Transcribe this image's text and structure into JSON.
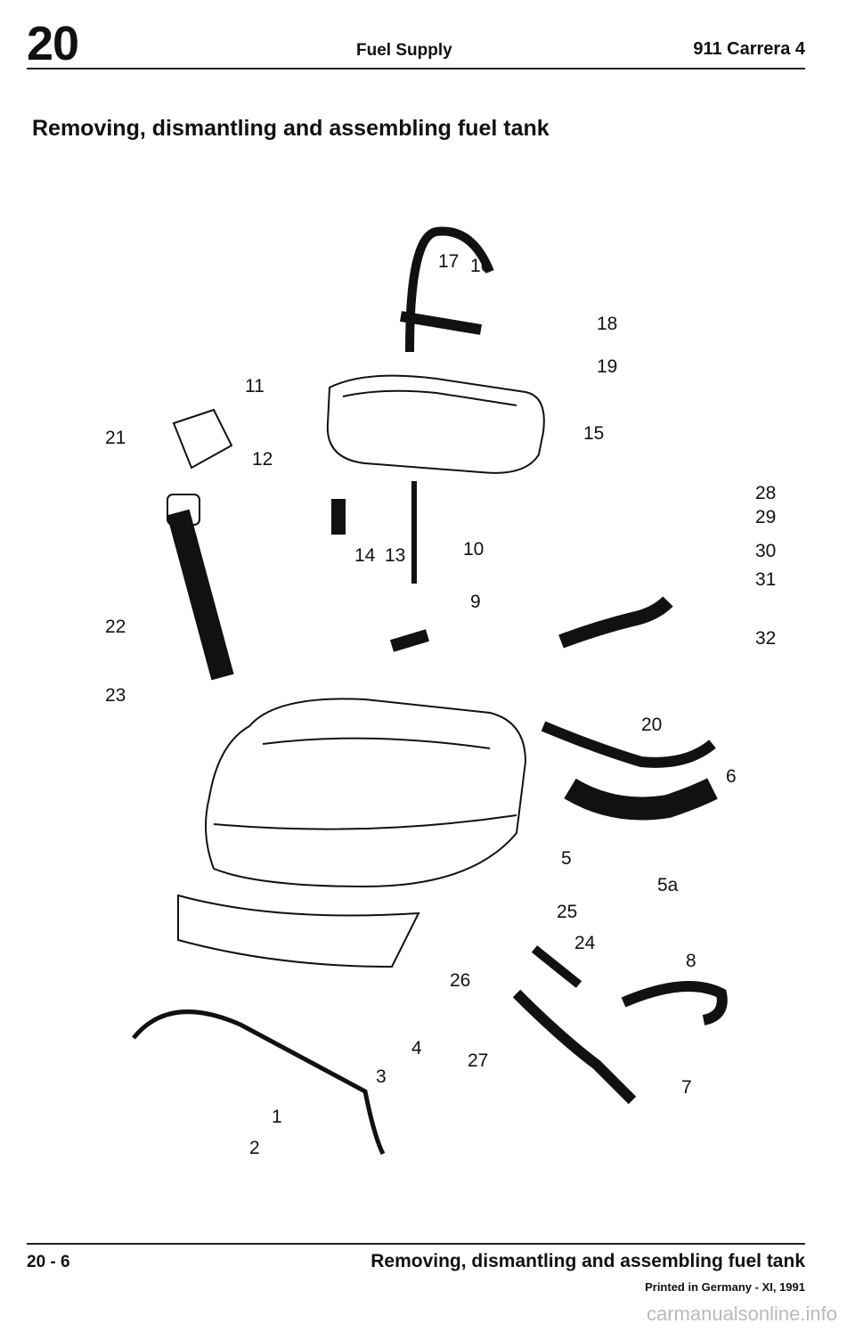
{
  "header": {
    "section_number": "20",
    "section_title": "Fuel Supply",
    "model": "911 Carrera 4"
  },
  "page_title": "Removing, dismantling and assembling fuel tank",
  "diagram": {
    "part_labels": [
      "1",
      "2",
      "3",
      "4",
      "5",
      "5a",
      "6",
      "7",
      "8",
      "9",
      "10",
      "11",
      "12",
      "13",
      "14",
      "15",
      "16",
      "17",
      "18",
      "19",
      "20",
      "21",
      "22",
      "23",
      "24",
      "25",
      "26",
      "27",
      "28",
      "29",
      "30",
      "31",
      "32"
    ]
  },
  "footer": {
    "page_number": "20 - 6",
    "section_title": "Removing, dismantling and assembling fuel tank",
    "print_info": "Printed in Germany - XI, 1991"
  },
  "watermark": "carmanualsonline.info"
}
